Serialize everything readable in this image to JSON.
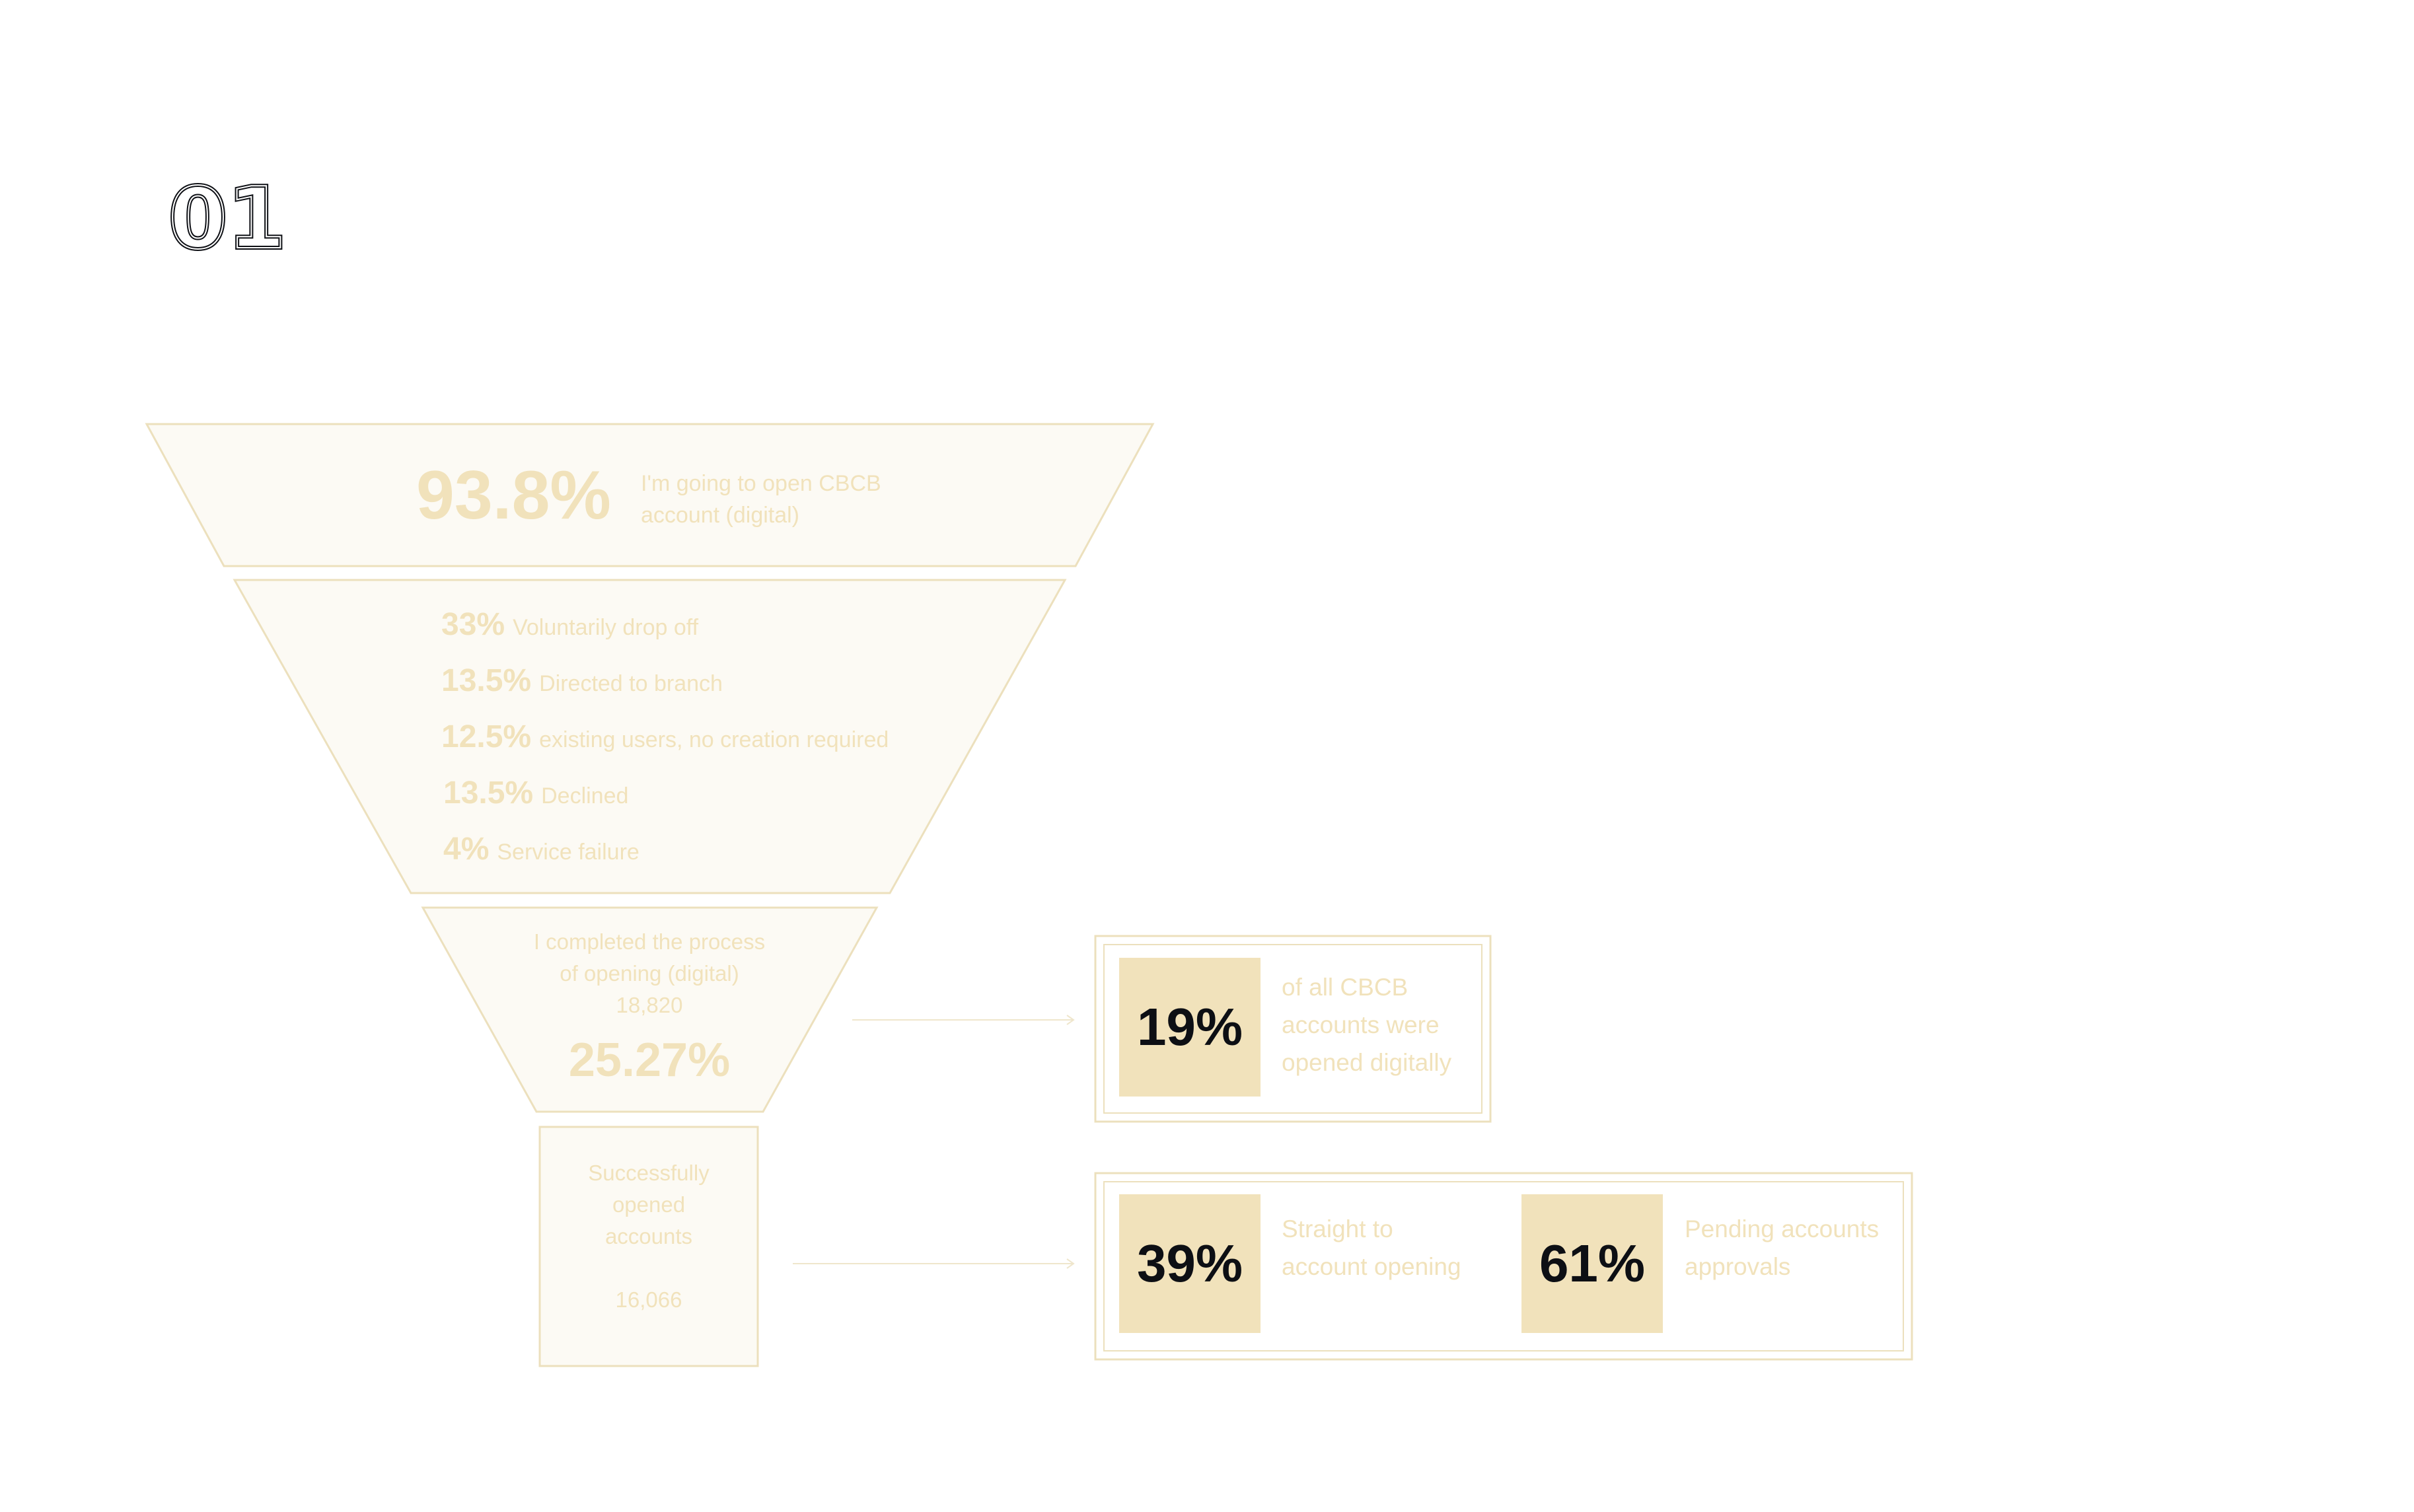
{
  "header": {
    "section_number": "01"
  },
  "funnel": {
    "stage1": {
      "percent": "93.8%",
      "text_line1": "I'm going to open CBCB",
      "text_line2": "account (digital)"
    },
    "stage2": {
      "items": [
        {
          "percent": "33%",
          "label": "Voluntarily drop off"
        },
        {
          "percent": "13.5%",
          "label": "Directed to branch"
        },
        {
          "percent": "12.5%",
          "label": "existing users, no creation required"
        },
        {
          "percent": "13.5%",
          "label": "Declined"
        },
        {
          "percent": "4%",
          "label": "Service failure"
        }
      ]
    },
    "stage3": {
      "line1": "I completed the process",
      "line2": "of opening (digital)",
      "count": "18,820",
      "percent": "25.27%"
    },
    "stage4": {
      "line1": "Successfully",
      "line2": "opened",
      "line3": "accounts",
      "count": "16,066"
    }
  },
  "callout1": {
    "percent": "19%",
    "line1": "of all CBCB",
    "line2": "accounts were",
    "line3": "opened digitally"
  },
  "callout2": {
    "left": {
      "percent": "39%",
      "line1": "Straight to",
      "line2": "account opening"
    },
    "right": {
      "percent": "61%",
      "line1": "Pending accounts",
      "line2": "approvals"
    }
  },
  "colors": {
    "accent": "#f1e2bb",
    "stroke": "#ece0bd",
    "fill": "#fcfaf4",
    "dark": "#0d0f14"
  }
}
